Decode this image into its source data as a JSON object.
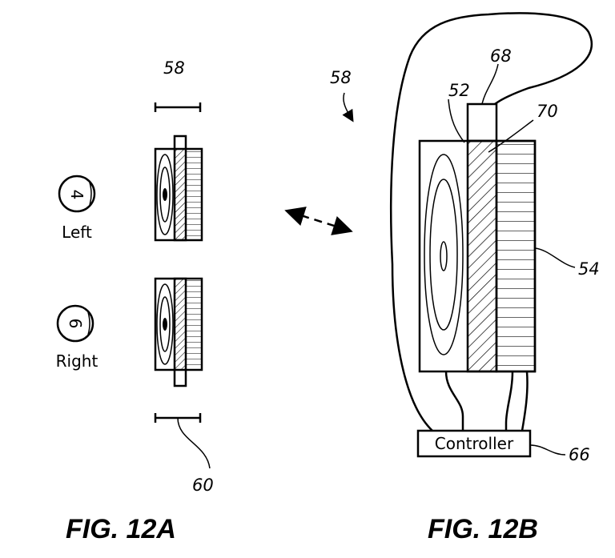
{
  "fig12a": {
    "caption": "FIG. 12A",
    "ref_top": "58",
    "ref_bottom": "60",
    "left_digit": "4",
    "left_label": "Left",
    "right_digit": "6",
    "right_label": "Right"
  },
  "fig12b": {
    "caption": "FIG. 12B",
    "ref_assembly": "58",
    "ref_52": "52",
    "ref_68": "68",
    "ref_70": "70",
    "ref_54": "54",
    "ref_66": "66",
    "controller_label": "Controller"
  }
}
